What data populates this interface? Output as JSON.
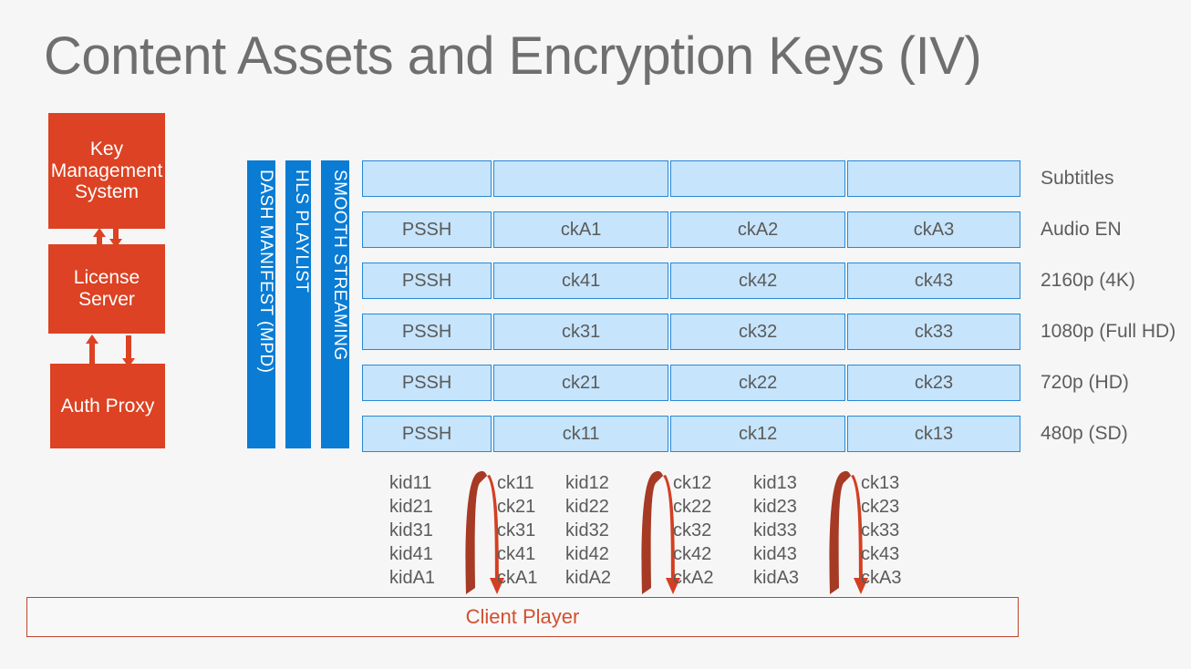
{
  "slide": {
    "title": "Content Assets and Encryption Keys (IV)",
    "background_color": "#f6f6f6"
  },
  "colors": {
    "red": "#DC4223",
    "red_dark": "#A63A24",
    "blue_bar": "#0A7CD4",
    "cell_fill": "#C6E4FB",
    "cell_border": "#2789D8",
    "text_gray": "#5a5a5a",
    "title_gray": "#6f6f6f",
    "client_red": "#D2502F"
  },
  "key_infrastructure": {
    "boxes": [
      {
        "id": "kms",
        "label": "Key Management System"
      },
      {
        "id": "license",
        "label": "License Server"
      },
      {
        "id": "auth",
        "label": "Auth Proxy"
      }
    ],
    "arrows": [
      {
        "id": "kms-to-lic-up",
        "direction": "up",
        "icon": "arrow-up-icon"
      },
      {
        "id": "lic-to-kms-down",
        "direction": "down",
        "icon": "arrow-down-icon"
      },
      {
        "id": "auth-to-lic-up",
        "direction": "up",
        "icon": "arrow-up-icon"
      },
      {
        "id": "lic-to-auth-down",
        "direction": "down",
        "icon": "arrow-down-icon"
      }
    ]
  },
  "manifest_bars": [
    {
      "id": "dash",
      "label": "DASH MANIFEST (MPD)"
    },
    {
      "id": "hls",
      "label": "HLS PLAYLIST"
    },
    {
      "id": "smooth",
      "label": "SMOOTH STREAMING"
    }
  ],
  "asset_grid": {
    "rows": [
      {
        "label": "Subtitles",
        "cells": [
          "",
          "",
          "",
          ""
        ]
      },
      {
        "label": "Audio EN",
        "cells": [
          "PSSH",
          "ckA1",
          "ckA2",
          "ckA3"
        ]
      },
      {
        "label": "2160p (4K)",
        "cells": [
          "PSSH",
          "ck41",
          "ck42",
          "ck43"
        ]
      },
      {
        "label": "1080p (Full HD)",
        "cells": [
          "PSSH",
          "ck31",
          "ck32",
          "ck33"
        ]
      },
      {
        "label": "720p (HD)",
        "cells": [
          "PSSH",
          "ck21",
          "ck22",
          "ck23"
        ]
      },
      {
        "label": "480p (SD)",
        "cells": [
          "PSSH",
          "ck11",
          "ck12",
          "ck13"
        ]
      }
    ]
  },
  "key_groups": [
    {
      "id": "group-1",
      "kids": [
        "kid11",
        "kid21",
        "kid31",
        "kid41",
        "kidA1"
      ],
      "cks": [
        "ck11",
        "ck21",
        "ck31",
        "ck41",
        "ckA1"
      ],
      "arrow_icon": "arch-arrow-down-icon"
    },
    {
      "id": "group-2",
      "kids": [
        "kid12",
        "kid22",
        "kid32",
        "kid42",
        "kidA2"
      ],
      "cks": [
        "ck12",
        "ck22",
        "ck32",
        "ck42",
        "ckA2"
      ],
      "arrow_icon": "arch-arrow-down-icon"
    },
    {
      "id": "group-3",
      "kids": [
        "kid13",
        "kid23",
        "kid33",
        "kid43",
        "kidA3"
      ],
      "cks": [
        "ck13",
        "ck23",
        "ck33",
        "ck43",
        "ckA3"
      ],
      "arrow_icon": "arch-arrow-down-icon"
    }
  ],
  "client_player": {
    "label": "Client Player"
  }
}
